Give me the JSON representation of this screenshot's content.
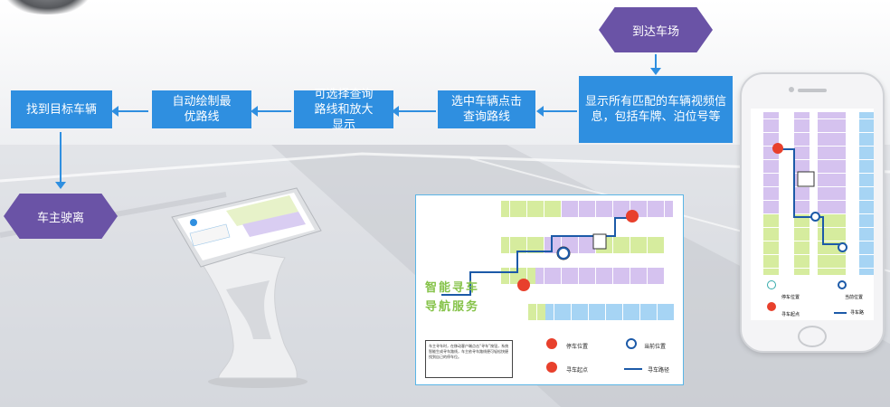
{
  "flow": {
    "arrive": "到达车场",
    "show_info": "显示所有匹配的车辆视频信息，包括车牌、泊位号等",
    "select": "选中车辆点击查询路线",
    "zoom": "可选择查询路线和放大显示",
    "draw": "自动绘制最优路线",
    "find": "找到目标车辆",
    "leave": "车主驶离"
  },
  "map": {
    "title_line1": "智能寻车",
    "title_line2": "导航服务",
    "note": "车主寻车时，在移动客户端点击“寻车”按钮，系统智能生成寻车路线，车主依寻车路线便可轻松快捷找到自己的停车位。",
    "legend": [
      "停车位置",
      "当前位置",
      "寻车起点",
      "寻车路径"
    ]
  },
  "phone": {
    "legend": [
      "停车位置",
      "当前位置",
      "寻车起点",
      "寻车路"
    ]
  },
  "colors": {
    "box": "#2f8fe0",
    "hex": "#6a53a6",
    "route": "#1c5aa8",
    "marker": "#e8402c"
  }
}
